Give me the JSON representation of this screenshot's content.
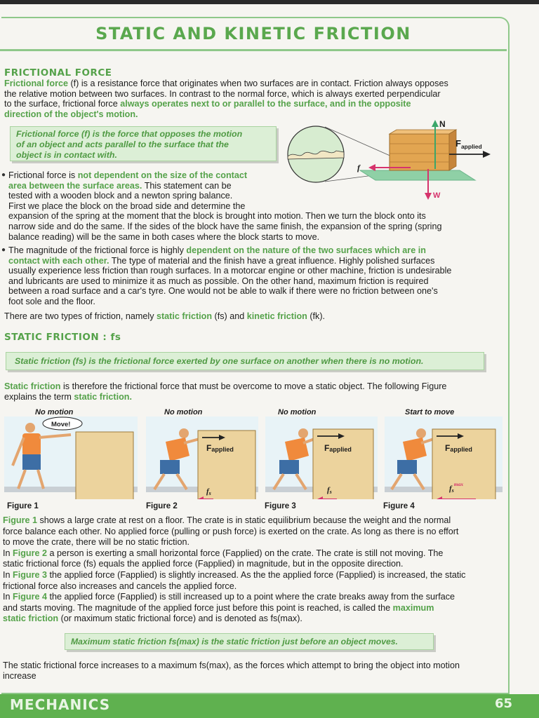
{
  "title": "STATIC AND KINETIC FRICTION",
  "section1": {
    "heading": "FRICTIONAL FORCE",
    "intro_term": "Frictional force",
    "intro_a": " (f) is a resistance force that originates when two surfaces are in contact. Friction always opposes",
    "intro_b": "the relative motion between two surfaces. In contrast to the normal force, which is always exerted perpendicular",
    "intro_c1": "to the surface, frictional force ",
    "intro_c2": "always operates next to or parallel to the surface, and in the opposite",
    "intro_d": "direction of the object's motion.",
    "definition_1": "Frictional force (f) is the force that opposes the motion",
    "definition_2": "of an object and acts parallel to the surface that the",
    "definition_3": "object is  in contact with.",
    "b1_a1": "Frictional force is ",
    "b1_a2": "not dependent on the size of the contact",
    "b1_b1": "area between the surface areas.",
    "b1_b2": " This statement can be",
    "b1_c": "tested with a wooden block and a newton spring balance.",
    "b1_d": "First we place the block on the broad side and determine the",
    "b1_e": "expansion of the spring at the moment that the block is brought into motion. Then we turn the block onto its",
    "b1_f": "narrow side and do the same. If the sides of the block have the same finish, the expansion of the spring (spring",
    "b1_g": "balance reading) will be the same in both cases where the block starts to move.",
    "b2_a1": "The magnitude of the frictional force is highly ",
    "b2_a2": "dependent on the nature of the two surfaces which are in",
    "b2_b1": "contact with each other.",
    "b2_b2": " The type of material and the finish have a great influence. Highly polished surfaces",
    "b2_c": "usually experience less friction than rough surfaces. In a motorcar engine or other machine, friction is undesirable",
    "b2_d": "and lubricants are used to minimize it as much as possible. On the other hand, maximum friction is required",
    "b2_e": "between a road surface and a car's tyre. One would not be able to walk if there were no friction between one's",
    "b2_f": "foot sole  and the floor.",
    "types_a": "There are two types of friction, namely ",
    "types_b": "static friction",
    "types_c": " (fs)  and ",
    "types_d": "kinetic friction",
    "types_e": " (fk)."
  },
  "diagram": {
    "label_N": "N",
    "label_W": "W",
    "label_f": "f",
    "label_F": "F",
    "label_F_sub": "applied"
  },
  "section2": {
    "heading": "STATIC FRICTION : fs",
    "definition": "Static friction (fs) is the frictional force exerted by one surface on another when there is no motion.",
    "p1_a": "Static friction",
    "p1_b": " is therefore the frictional force that must be overcome to move a static object. The following Figure",
    "p1_c": "explains the term ",
    "p1_d": "static friction."
  },
  "figures": [
    {
      "caption": "No motion",
      "label": "Figure 1",
      "bubble": "Move!"
    },
    {
      "caption": "No motion",
      "label": "Figure 2",
      "force": "F",
      "force_sub": "applied",
      "friction": "f",
      "friction_sub": "s"
    },
    {
      "caption": "No motion",
      "label": "Figure 3",
      "force": "F",
      "force_sub": "applied",
      "friction": "f",
      "friction_sub": "s"
    },
    {
      "caption": "Start to move",
      "label": "Figure 4",
      "force": "F",
      "force_sub": "applied",
      "friction": "f",
      "friction_sub": "s",
      "friction_sup": "max"
    }
  ],
  "explanations": {
    "l1_a": "Figure 1",
    "l1_b": " shows a large crate at rest on a floor. The crate is in static equilibrium because the weight and the normal",
    "l2": "force balance each other. No applied force (pulling or push force) is exerted on the crate. As long as there is no effort",
    "l3": "to move the crate, there will be no static friction.",
    "l4_a": "In ",
    "l4_b": "Figure 2",
    "l4_c": " a person is exerting a small horizontal force (Fapplied) on the crate. The crate is still not moving. The",
    "l5": "static frictional force (fs) equals the applied force (Fapplied) in magnitude, but in the opposite direction.",
    "l6_a": "In ",
    "l6_b": "Figure 3",
    "l6_c": " the applied force (Fapplied) is slightly increased. As the the applied force (Fapplied) is increased, the static",
    "l7": "frictional force also increases and cancels the applied force.",
    "l8_a": "In ",
    "l8_b": "Figure 4",
    "l8_c": " the applied force (Fapplied) is still increased up to a point where the crate breaks away from the surface",
    "l9_a": "and starts moving. The magnitude of the applied force just before this point is reached, is called the ",
    "l9_b": "maximum",
    "l10_a": "static friction",
    "l10_b": " (or maximum static frictional force) and is denoted as fs(max).",
    "max_definition": "Maximum static friction fs(max) is the static friction just before an object moves.",
    "final_a": "The static frictional force increases to a maximum fs(max), as the forces which attempt to bring the object into motion",
    "final_b": "increase"
  },
  "footer": {
    "subject": "MECHANICS",
    "page_number": "65"
  },
  "colors": {
    "accent_green": "#55a24a",
    "box_green": "#dcefd6",
    "footer_green": "#5fb14f",
    "arrow_red": "#d6336c",
    "crate": "#e9c585"
  }
}
